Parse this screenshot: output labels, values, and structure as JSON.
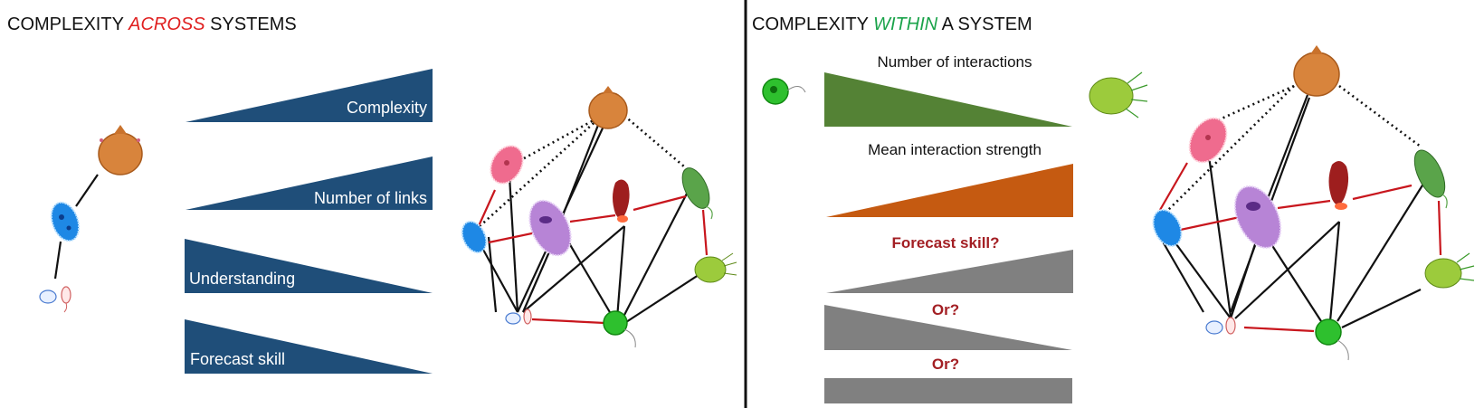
{
  "left_panel": {
    "title_pre": "COMPLEXITY ",
    "title_em": "ACROSS",
    "title_post": " SYSTEMS",
    "wedges": [
      {
        "label": "Complexity"
      },
      {
        "label": "Number of links"
      },
      {
        "label": "Understanding"
      },
      {
        "label": "Forecast skill"
      }
    ]
  },
  "right_panel": {
    "title_pre": "COMPLEXITY ",
    "title_em": "WITHIN",
    "title_post": " A SYSTEM",
    "labels": {
      "interactions": "Number of interactions",
      "strength": "Mean interaction strength",
      "forecast": "Forecast skill?",
      "or1": "Or?",
      "or2": "Or?"
    }
  },
  "colors": {
    "wedge_blue": "#1f4e79",
    "wedge_green": "#548235",
    "wedge_orange": "#c55a11",
    "wedge_grey": "#808080",
    "accent_red": "#e02020",
    "accent_green": "#1aa34a",
    "label_red": "#a31f24"
  }
}
